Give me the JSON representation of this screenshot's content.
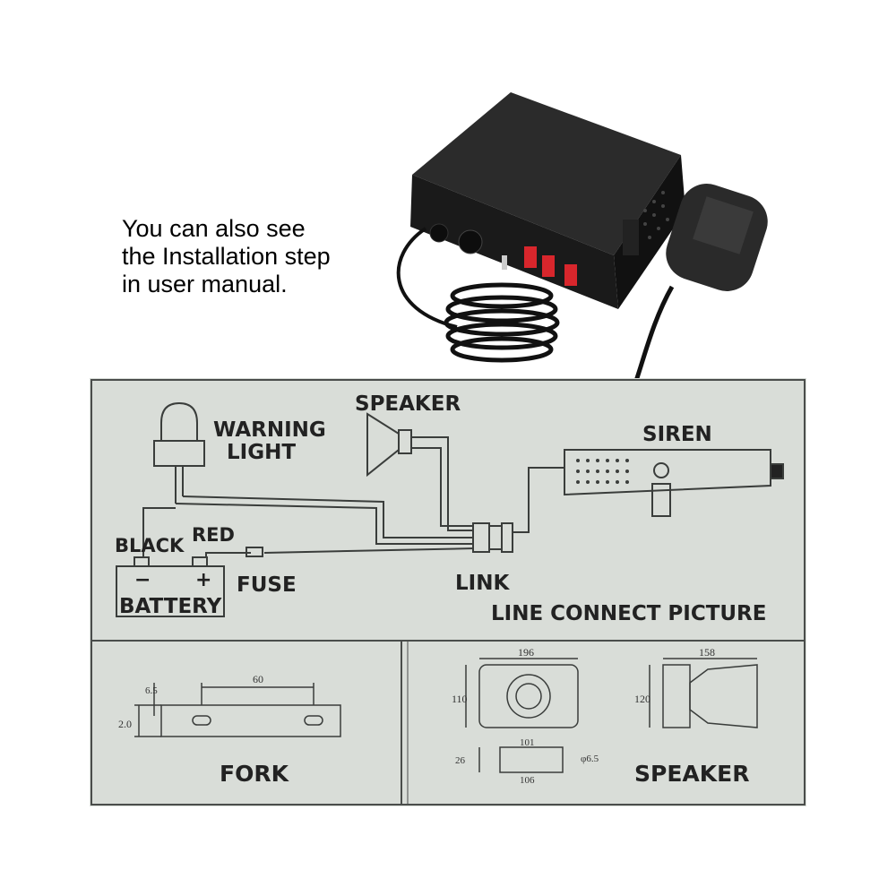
{
  "intro_text": {
    "line1": "You can also see",
    "line2": "the Installation step",
    "line3": "in user manual."
  },
  "diagram": {
    "warning_light_line1": "WARNING",
    "warning_light_line2": "LIGHT",
    "speaker": "SPEAKER",
    "siren": "SIREN",
    "black": "BLACK",
    "red": "RED",
    "minus": "−",
    "plus": "+",
    "battery": "BATTERY",
    "fuse": "FUSE",
    "link": "LINK",
    "caption": "LINE CONNECT PICTURE"
  },
  "fork": {
    "title": "FORK",
    "dim_length": "60",
    "dim_slot": "6.5",
    "dim_height": "2.0"
  },
  "speaker_dims": {
    "title": "SPEAKER",
    "width": "196",
    "height": "110",
    "depth_width": "158",
    "depth_height": "120",
    "bracket_top": "101",
    "bracket_bottom": "106",
    "bracket_h": "26",
    "hole": "φ6.5"
  },
  "colors": {
    "manual_bg": "#d9ddd8",
    "line": "#3a3d3b",
    "device": "#1c1c1c",
    "switch_red": "#d8262c"
  }
}
